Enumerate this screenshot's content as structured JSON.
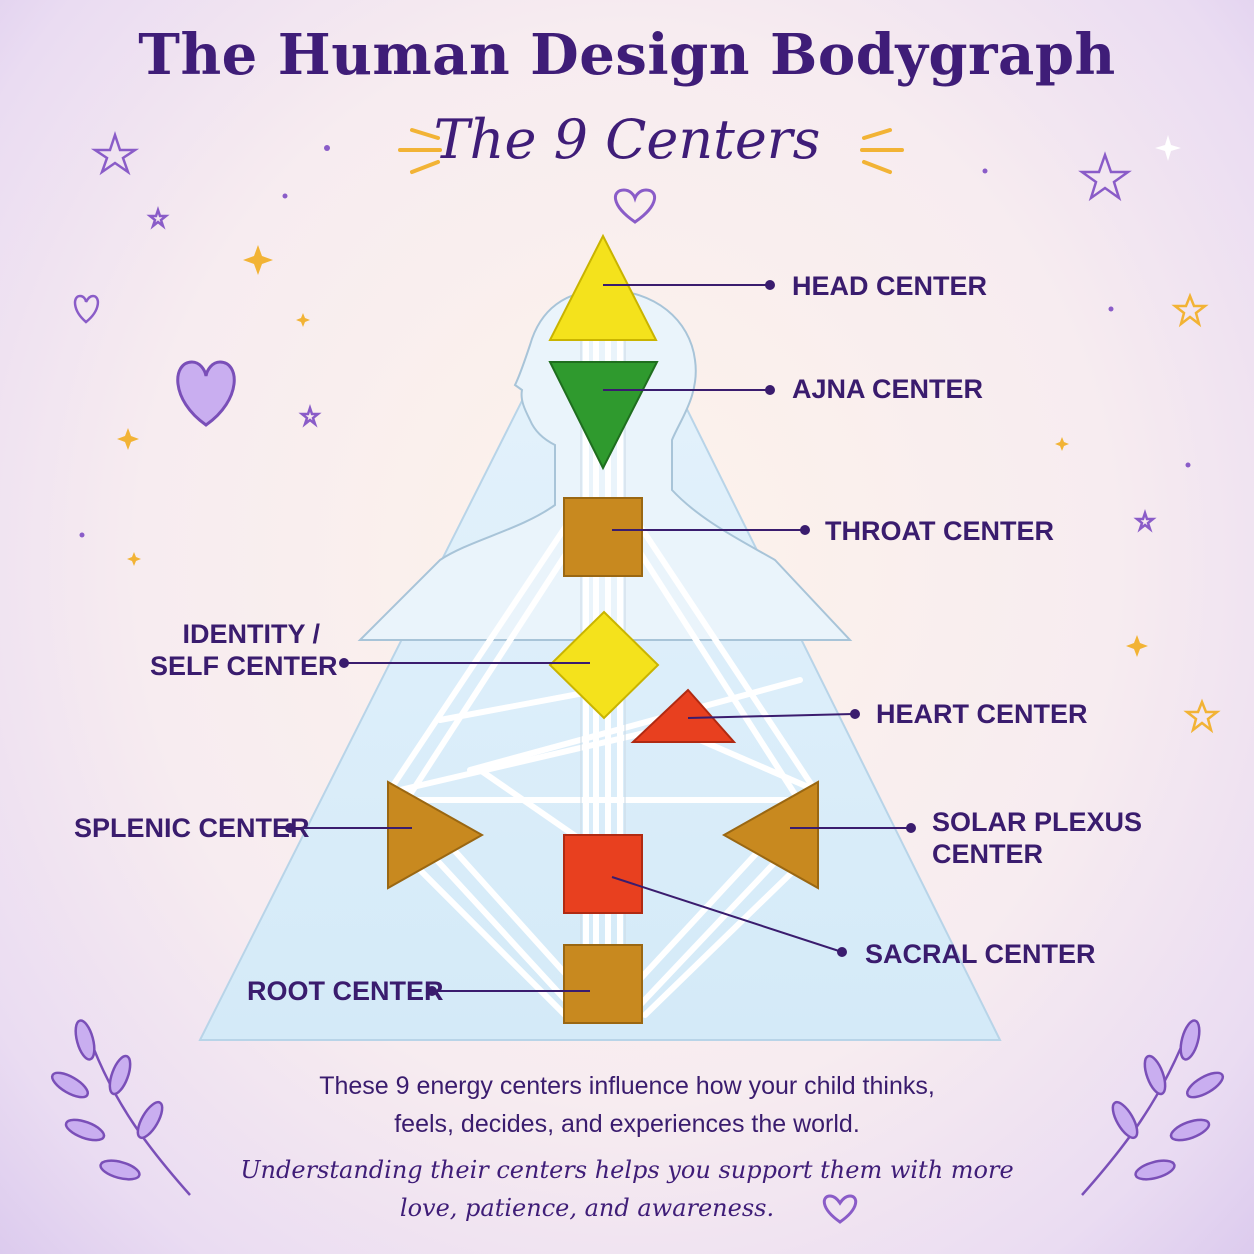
{
  "title": "The Human Design Bodygraph",
  "subtitle": "The 9 Centers",
  "centers": [
    {
      "label_lines": [
        "HEAD CENTER"
      ],
      "color": "#f4e21c"
    },
    {
      "label_lines": [
        "AJNA CENTER"
      ],
      "color": "#2f9a2e"
    },
    {
      "label_lines": [
        "THROAT CENTER"
      ],
      "color": "#c8891f"
    },
    {
      "label_lines": [
        "IDENTITY /",
        "SELF CENTER"
      ],
      "color": "#f4e21c"
    },
    {
      "label_lines": [
        "HEART CENTER"
      ],
      "color": "#e8401f"
    },
    {
      "label_lines": [
        "SPLENIC CENTER"
      ],
      "color": "#c8891f"
    },
    {
      "label_lines": [
        "SOLAR PLEXUS",
        "CENTER"
      ],
      "color": "#c8891f"
    },
    {
      "label_lines": [
        "SACRAL CENTER"
      ],
      "color": "#e8401f"
    },
    {
      "label_lines": [
        "ROOT CENTER"
      ],
      "color": "#c8891f"
    }
  ],
  "body_text": {
    "line1": "These 9 energy centers influence how your child thinks,",
    "line2": "feels, decides, and experiences the world."
  },
  "script_text": {
    "line1": "Understanding their centers helps you support them with more",
    "line2": "love, patience, and awareness."
  },
  "colors": {
    "title": "#3f1d78",
    "label": "#3a1c6e",
    "accent_gold": "#f2b335",
    "accent_purple": "#8a5cc8",
    "triangle_fill": "#dbeefa",
    "channel": "#ffffff"
  },
  "decorations": {
    "icons": [
      "star-icon",
      "sparkle-icon",
      "heart-icon",
      "laurel-branch-icon"
    ]
  }
}
